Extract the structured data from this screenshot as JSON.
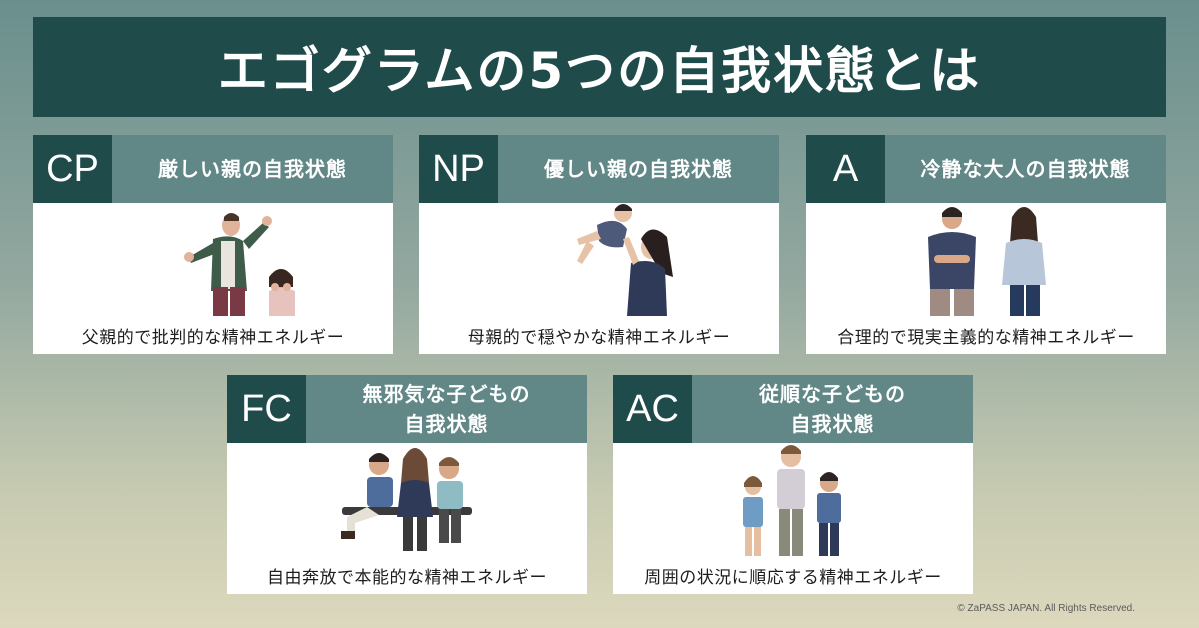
{
  "title": "エゴグラムの5つの自我状態とは",
  "cards": {
    "cp": {
      "code": "CP",
      "name": "厳しい親の自我状態",
      "description": "父親的で批判的な精神エネルギー",
      "illustration": "strict-parent-icon"
    },
    "np": {
      "code": "NP",
      "name": "優しい親の自我状態",
      "description": "母親的で穏やかな精神エネルギー",
      "illustration": "nurturing-parent-icon"
    },
    "a": {
      "code": "A",
      "name": "冷静な大人の自我状態",
      "description": "合理的で現実主義的な精神エネルギー",
      "illustration": "adult-couple-icon"
    },
    "fc": {
      "code": "FC",
      "name_line1": "無邪気な子どもの",
      "name_line2": "自我状態",
      "description": "自由奔放で本能的な精神エネルギー",
      "illustration": "free-children-icon"
    },
    "ac": {
      "code": "AC",
      "name_line1": "従順な子どもの",
      "name_line2": "自我状態",
      "description": "周囲の状況に順応する精神エネルギー",
      "illustration": "adapted-child-family-icon"
    }
  },
  "copyright": "© ZaPASS JAPAN. All Rights Reserved.",
  "colors": {
    "dark_teal": "#1f4b4a",
    "mid_teal": "#628787",
    "card_bg": "#ffffff"
  }
}
